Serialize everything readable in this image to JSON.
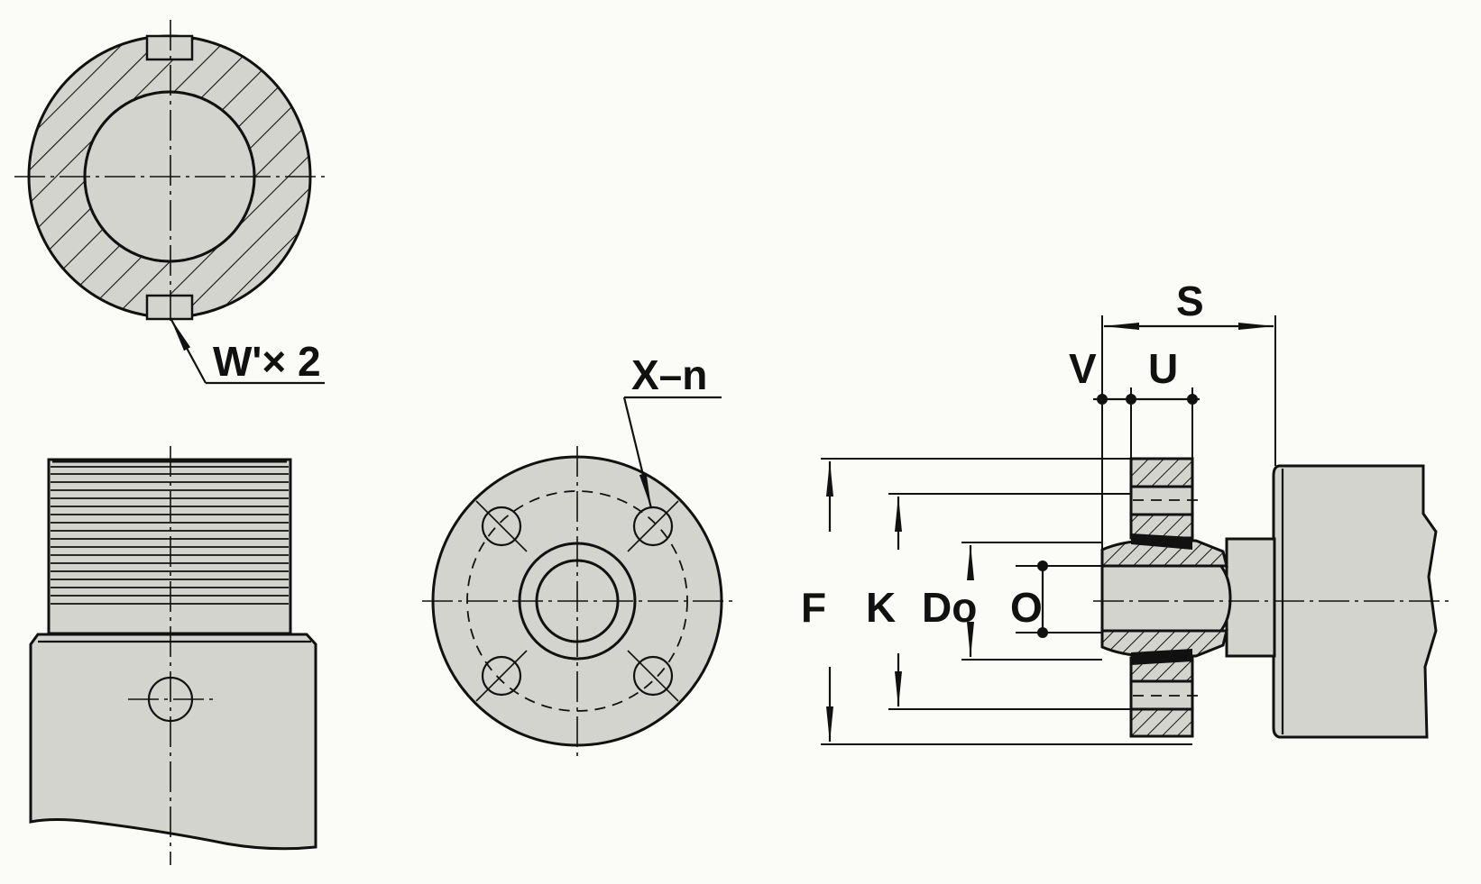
{
  "drawing": {
    "labels": {
      "key_way": "W'× 2",
      "bolt_holes": "X–n",
      "S": "S",
      "V": "V",
      "U": "U",
      "F": "F",
      "K": "K",
      "Do": "Do",
      "O": "O"
    },
    "colors": {
      "paper": "#fbfcf7",
      "part_fill": "#d4d4cf",
      "line": "#111111"
    }
  }
}
